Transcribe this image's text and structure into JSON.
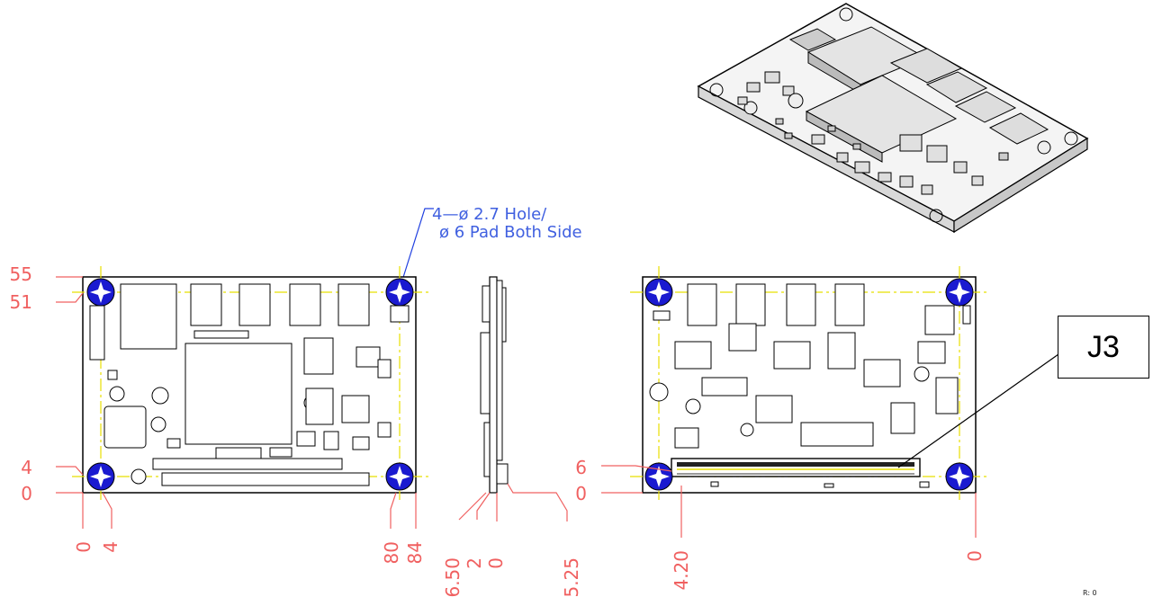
{
  "callout": {
    "line1": "4—ø 2.7 Hole/",
    "line2": "ø 6 Pad Both Side"
  },
  "front_view": {
    "left_dims": [
      "55",
      "51",
      "4",
      "0"
    ],
    "bottom_dims": [
      "0",
      "4",
      "80",
      "84"
    ]
  },
  "side_view": {
    "bottom_dims": [
      "6.50",
      "2",
      "0",
      "5.25"
    ]
  },
  "back_view": {
    "left_dims": [
      "6",
      "0"
    ],
    "bottom_dims": [
      "4.20",
      "0"
    ]
  },
  "connector_label": "J3",
  "revision_text": "R: 0",
  "colors": {
    "dimension": "#f06060",
    "callout": "#4060e0",
    "mounting_pad": "#1a1ad0",
    "centerline": "#e8e000",
    "outline": "#000000"
  }
}
